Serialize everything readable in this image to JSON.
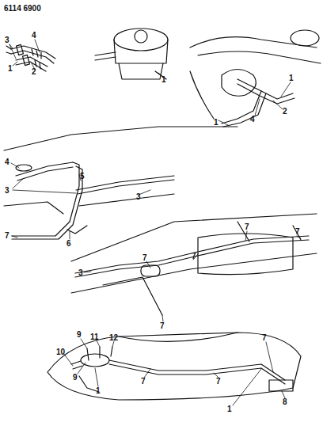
{
  "diagram": {
    "labels": [
      "6114 6900",
      "3",
      "4",
      "1",
      "2",
      "1",
      "1",
      "2",
      "4",
      "1",
      "4",
      "5",
      "3",
      "3",
      "7",
      "6",
      "7",
      "7",
      "7",
      "7",
      "3",
      "7",
      "9",
      "11",
      "12",
      "10",
      "9",
      "1",
      "7",
      "7",
      "7",
      "1",
      "8"
    ]
  }
}
